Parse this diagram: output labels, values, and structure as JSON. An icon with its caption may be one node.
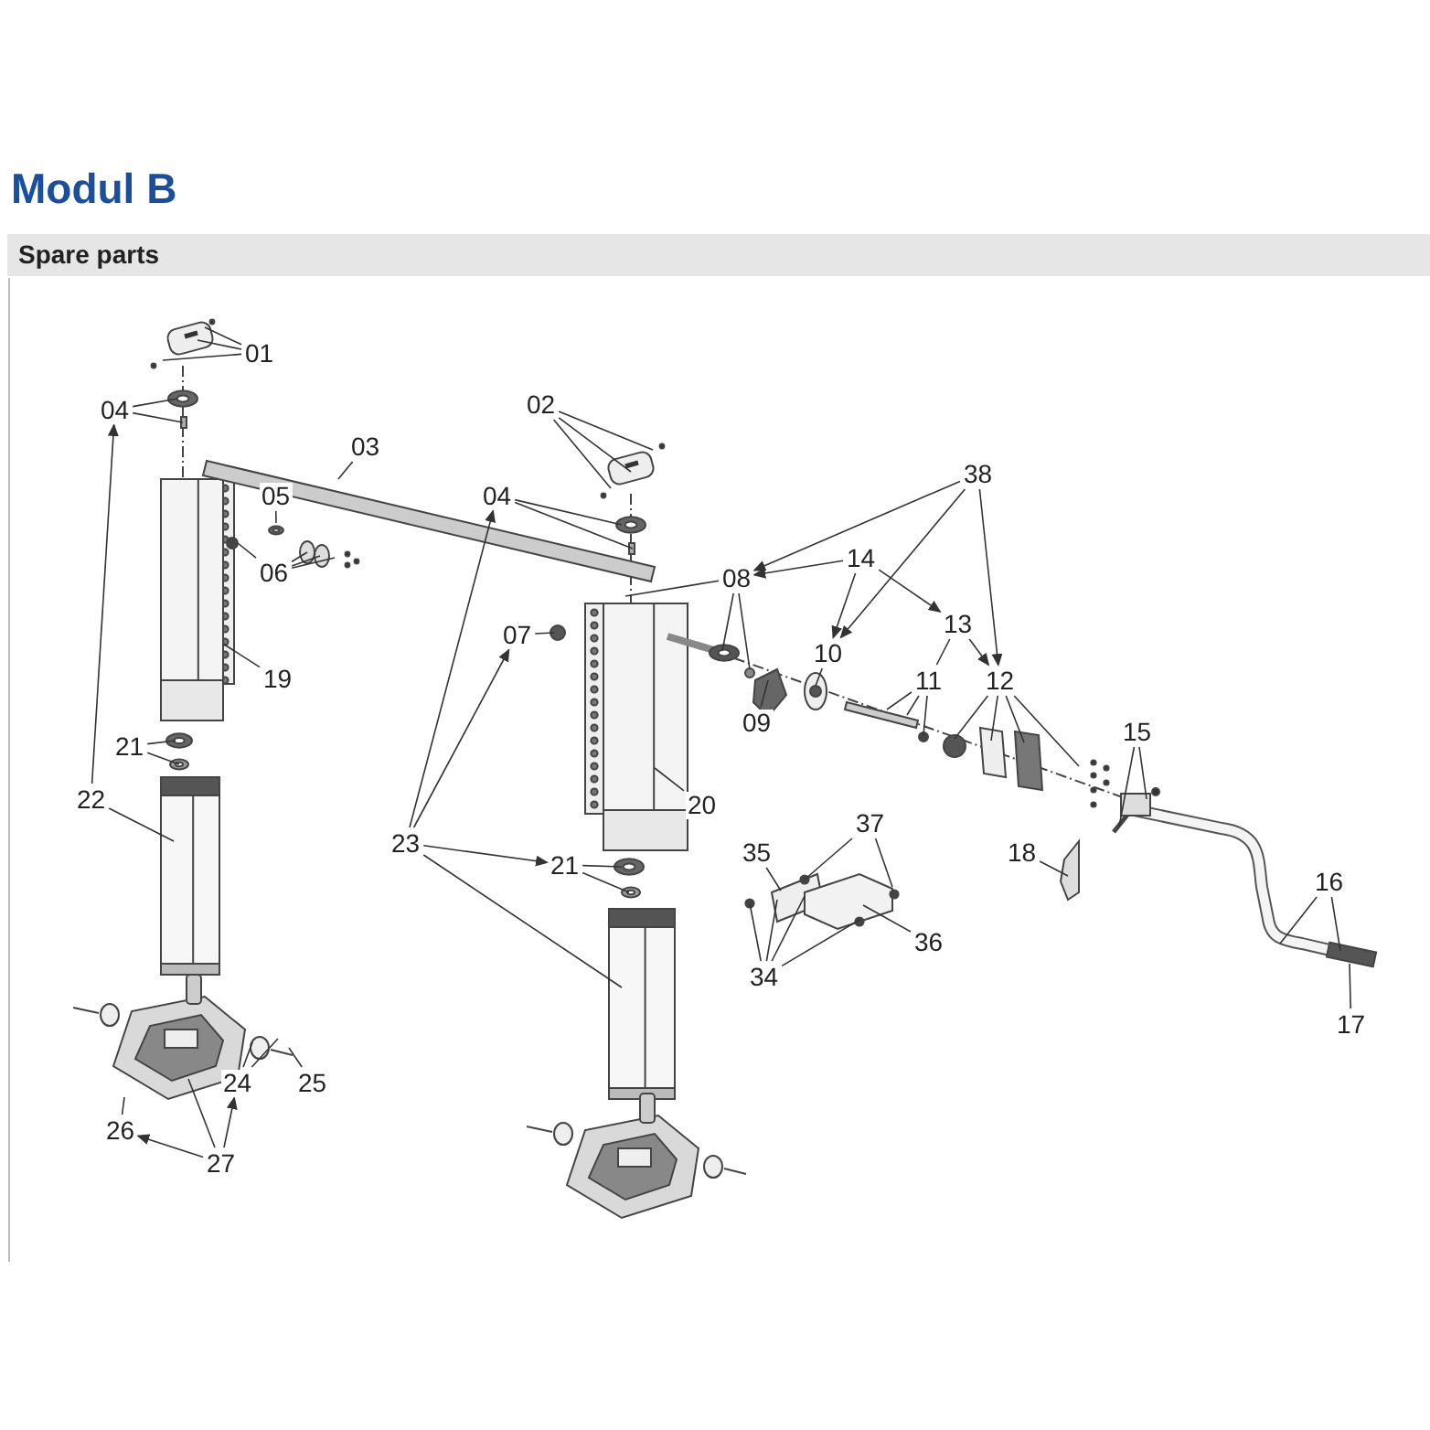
{
  "diagram": {
    "title": "Modul B",
    "nodes": [
      {
        "text": [
          "01"
        ]
      },
      {
        "text": [
          "02"
        ]
      },
      {
        "text": [
          "03"
        ]
      },
      {
        "text": [
          "04"
        ]
      },
      {
        "text": [
          "04"
        ]
      },
      {
        "text": [
          "05"
        ]
      },
      {
        "text": [
          "06"
        ]
      },
      {
        "text": [
          "07"
        ]
      },
      {
        "text": [
          "08"
        ]
      },
      {
        "text": [
          "09"
        ]
      },
      {
        "text": [
          "10"
        ]
      },
      {
        "text": [
          "11"
        ]
      },
      {
        "text": [
          "12"
        ]
      },
      {
        "text": [
          "13"
        ]
      },
      {
        "text": [
          "14"
        ]
      },
      {
        "text": [
          "15"
        ]
      },
      {
        "text": [
          "16"
        ]
      },
      {
        "text": [
          "17"
        ]
      },
      {
        "text": [
          "18"
        ]
      },
      {
        "text": [
          "19"
        ]
      },
      {
        "text": [
          "20"
        ]
      },
      {
        "text": [
          "21"
        ]
      },
      {
        "text": [
          "21"
        ]
      },
      {
        "text": [
          "22"
        ]
      },
      {
        "text": [
          "23"
        ]
      },
      {
        "text": [
          "24"
        ]
      },
      {
        "text": [
          "25"
        ]
      },
      {
        "text": [
          "26"
        ]
      },
      {
        "text": [
          "27"
        ]
      },
      {
        "text": [
          "34"
        ]
      },
      {
        "text": [
          "35"
        ]
      },
      {
        "text": [
          "36"
        ]
      },
      {
        "text": [
          "37"
        ]
      },
      {
        "text": [
          "38"
        ]
      }
    ],
    "edges": [
      {
        "from": 0,
        "to": null,
        "arrow": "none"
      },
      {
        "from": 0,
        "to": null,
        "arrow": "none"
      },
      {
        "from": 0,
        "to": null,
        "arrow": "none"
      },
      {
        "from": 1,
        "to": null,
        "arrow": "none"
      },
      {
        "from": 1,
        "to": null,
        "arrow": "none"
      },
      {
        "from": 1,
        "to": null,
        "arrow": "none"
      },
      {
        "from": 2,
        "to": null,
        "arrow": "none"
      },
      {
        "from": 3,
        "to": null,
        "arrow": "none"
      },
      {
        "from": 3,
        "to": null,
        "arrow": "none"
      },
      {
        "from": 4,
        "to": null,
        "arrow": "none"
      },
      {
        "from": 4,
        "to": null,
        "arrow": "none"
      },
      {
        "from": 5,
        "to": null,
        "arrow": "none"
      },
      {
        "from": 6,
        "to": null,
        "arrow": "none"
      },
      {
        "from": 6,
        "to": null,
        "arrow": "none"
      },
      {
        "from": 6,
        "to": null,
        "arrow": "none"
      },
      {
        "from": 6,
        "to": null,
        "arrow": "none"
      },
      {
        "from": 7,
        "to": null,
        "arrow": "none"
      },
      {
        "from": 8,
        "to": null,
        "arrow": "none"
      },
      {
        "from": 8,
        "to": null,
        "arrow": "none"
      },
      {
        "from": 8,
        "to": null,
        "arrow": "none"
      },
      {
        "from": 9,
        "to": null,
        "arrow": "none"
      },
      {
        "from": 10,
        "to": null,
        "arrow": "none"
      },
      {
        "from": 11,
        "to": null,
        "arrow": "none"
      },
      {
        "from": 11,
        "to": null,
        "arrow": "none"
      },
      {
        "from": 11,
        "to": null,
        "arrow": "none"
      },
      {
        "from": 12,
        "to": null,
        "arrow": "none"
      },
      {
        "from": 12,
        "to": null,
        "arrow": "none"
      },
      {
        "from": 12,
        "to": null,
        "arrow": "none"
      },
      {
        "from": 12,
        "to": null,
        "arrow": "none"
      },
      {
        "from": 13,
        "to": 11,
        "arrow": "none"
      },
      {
        "from": 13,
        "to": 12,
        "arrow": "to"
      },
      {
        "from": 14,
        "to": 8,
        "arrow": "to"
      },
      {
        "from": 14,
        "to": 10,
        "arrow": "to"
      },
      {
        "from": 14,
        "to": 13,
        "arrow": "to"
      },
      {
        "from": 15,
        "to": null,
        "arrow": "none"
      },
      {
        "from": 15,
        "to": null,
        "arrow": "none"
      },
      {
        "from": 16,
        "to": null,
        "arrow": "none"
      },
      {
        "from": 16,
        "to": null,
        "arrow": "none"
      },
      {
        "from": 17,
        "to": null,
        "arrow": "none"
      },
      {
        "from": 18,
        "to": null,
        "arrow": "none"
      },
      {
        "from": 19,
        "to": null,
        "arrow": "none"
      },
      {
        "from": 20,
        "to": null,
        "arrow": "none"
      },
      {
        "from": 21,
        "to": null,
        "arrow": "none"
      },
      {
        "from": 21,
        "to": null,
        "arrow": "none"
      },
      {
        "from": 22,
        "to": null,
        "arrow": "none"
      },
      {
        "from": 22,
        "to": null,
        "arrow": "none"
      },
      {
        "from": 23,
        "to": 3,
        "arrow": "to"
      },
      {
        "from": 23,
        "to": null,
        "arrow": "none"
      },
      {
        "from": 24,
        "to": 4,
        "arrow": "to"
      },
      {
        "from": 24,
        "to": 7,
        "arrow": "to"
      },
      {
        "from": 24,
        "to": 22,
        "arrow": "to"
      },
      {
        "from": 24,
        "to": null,
        "arrow": "none"
      },
      {
        "from": 25,
        "to": null,
        "arrow": "none"
      },
      {
        "from": 25,
        "to": null,
        "arrow": "none"
      },
      {
        "from": 26,
        "to": null,
        "arrow": "none"
      },
      {
        "from": 27,
        "to": null,
        "arrow": "none"
      },
      {
        "from": 28,
        "to": 27,
        "arrow": "to"
      },
      {
        "from": 28,
        "to": null,
        "arrow": "none"
      },
      {
        "from": 28,
        "to": 25,
        "arrow": "to"
      },
      {
        "from": 29,
        "to": null,
        "arrow": "none"
      },
      {
        "from": 29,
        "to": null,
        "arrow": "none"
      },
      {
        "from": 29,
        "to": null,
        "arrow": "none"
      },
      {
        "from": 29,
        "to": null,
        "arrow": "none"
      },
      {
        "from": 30,
        "to": null,
        "arrow": "none"
      },
      {
        "from": 31,
        "to": null,
        "arrow": "none"
      },
      {
        "from": 32,
        "to": null,
        "arrow": "none"
      },
      {
        "from": 32,
        "to": null,
        "arrow": "none"
      },
      {
        "from": 33,
        "to": 8,
        "arrow": "to"
      },
      {
        "from": 33,
        "to": 10,
        "arrow": "to"
      },
      {
        "from": 33,
        "to": 12,
        "arrow": "to"
      }
    ],
    "labels": [
      "Spare parts"
    ]
  }
}
